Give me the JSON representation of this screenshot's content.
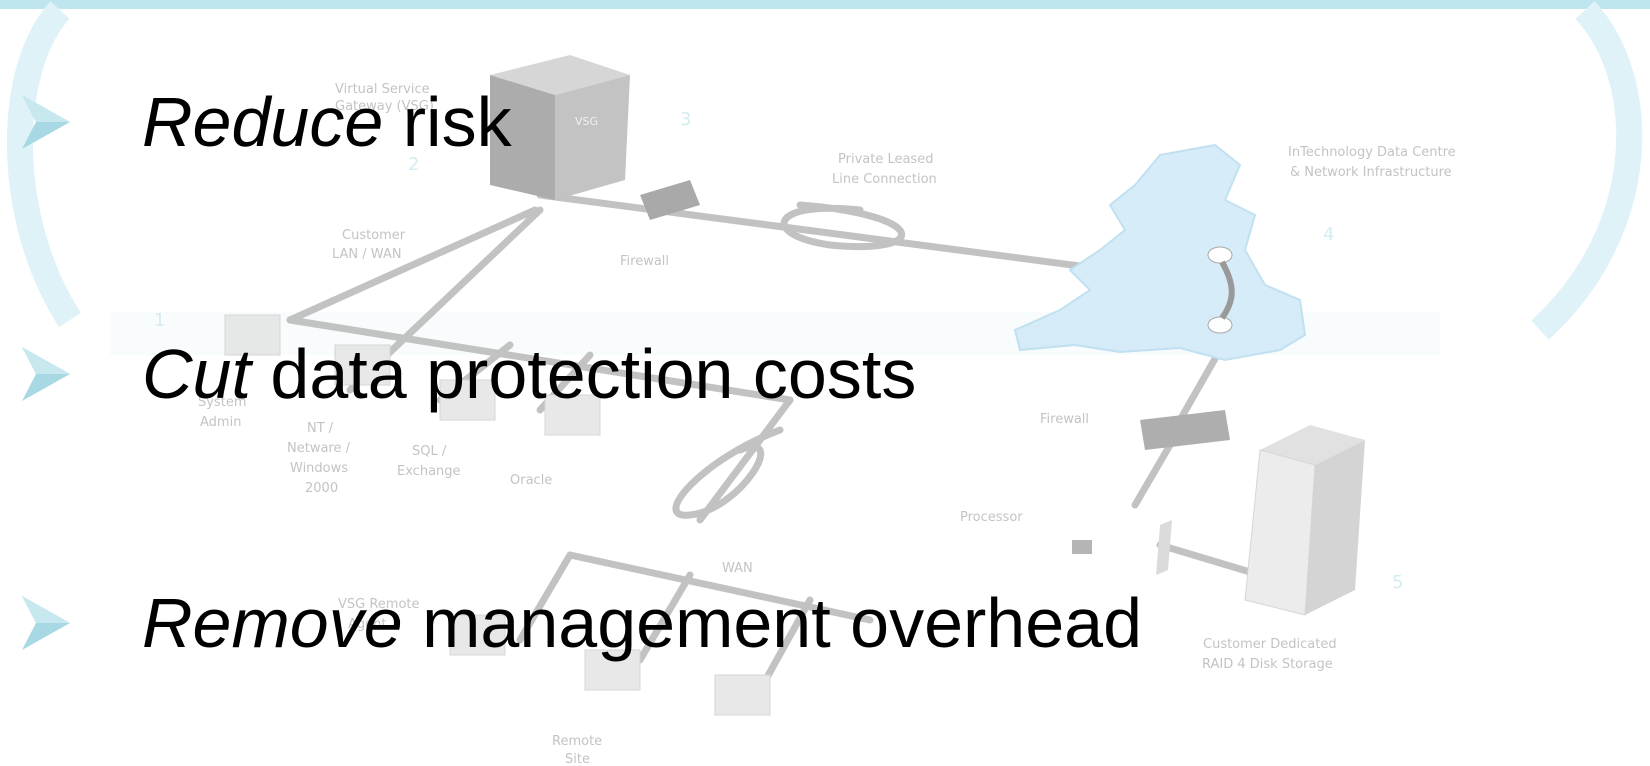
{
  "bullets": [
    {
      "verb": "Reduce",
      "rest": " risk"
    },
    {
      "verb": "Cut",
      "rest": " data protection costs"
    },
    {
      "verb": "Remove",
      "rest": " management overhead"
    }
  ],
  "diagram": {
    "labels": {
      "vsg_title_1": "Virtual Service",
      "vsg_title_2": "Gateway (VSG)",
      "vsg_device": "VSG",
      "leased_1": "Private Leased",
      "leased_2": "Line Connection",
      "datacentre_1": "InTechnology Data Centre",
      "datacentre_2": "& Network Infrastructure",
      "lan_1": "Customer",
      "lan_2": "LAN / WAN",
      "firewall_top": "Firewall",
      "firewall_right": "Firewall",
      "sysadmin_1": "System",
      "sysadmin_2": "Admin",
      "nt_1": "NT /",
      "nt_2": "Netware /",
      "nt_3": "Windows",
      "nt_4": "2000",
      "sql_1": "SQL /",
      "sql_2": "Exchange",
      "oracle": "Oracle",
      "processor": "Processor",
      "wan": "WAN",
      "vsg_remote_1": "VSG Remote",
      "vsg_remote_2": "Agent",
      "raid_1": "Customer Dedicated",
      "raid_2": "RAID 4 Disk Storage",
      "remote_1": "Remote",
      "remote_2": "Site",
      "num_1": "1",
      "num_2": "2",
      "num_3": "3",
      "num_4": "4",
      "num_5": "5"
    }
  },
  "colors": {
    "accent_cyan": "#7fcfe0",
    "bullet_arrow": "#9fd4e0",
    "map_fill": "#cfe9f7",
    "diagram_gray": "#b5b5b5"
  }
}
